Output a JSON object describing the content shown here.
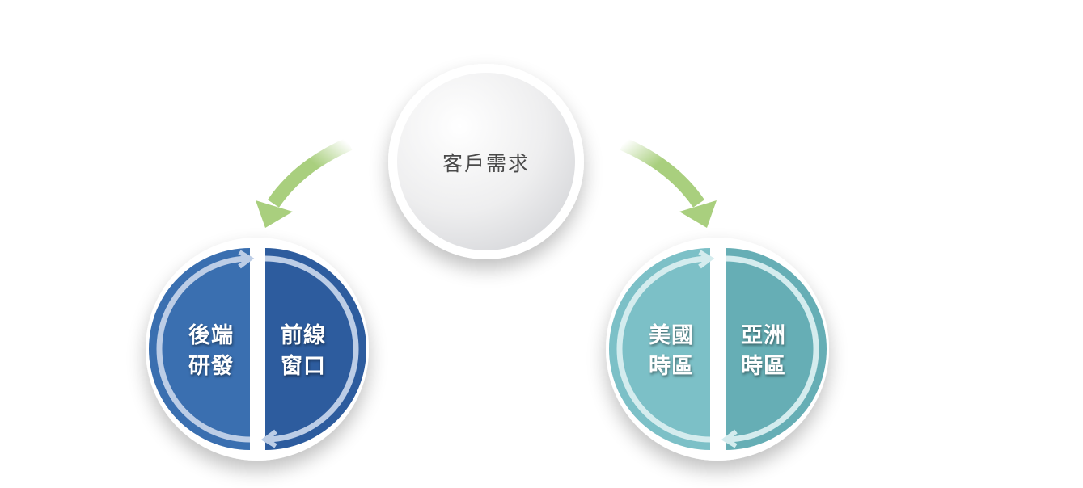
{
  "center": {
    "label": "客戶需求"
  },
  "left_group": {
    "left_label": [
      "後端",
      "研發"
    ],
    "right_label": [
      "前線",
      "窗口"
    ],
    "colors": {
      "left": "#3a6fb0",
      "right": "#2d5c9e",
      "ring": "#bccde6"
    }
  },
  "right_group": {
    "left_label": [
      "美國",
      "時區"
    ],
    "right_label": [
      "亞洲",
      "時區"
    ],
    "colors": {
      "left": "#7cc0c7",
      "right": "#66aeb5",
      "ring": "#d4ecee"
    }
  },
  "arrow_color": "#a9cf7e"
}
